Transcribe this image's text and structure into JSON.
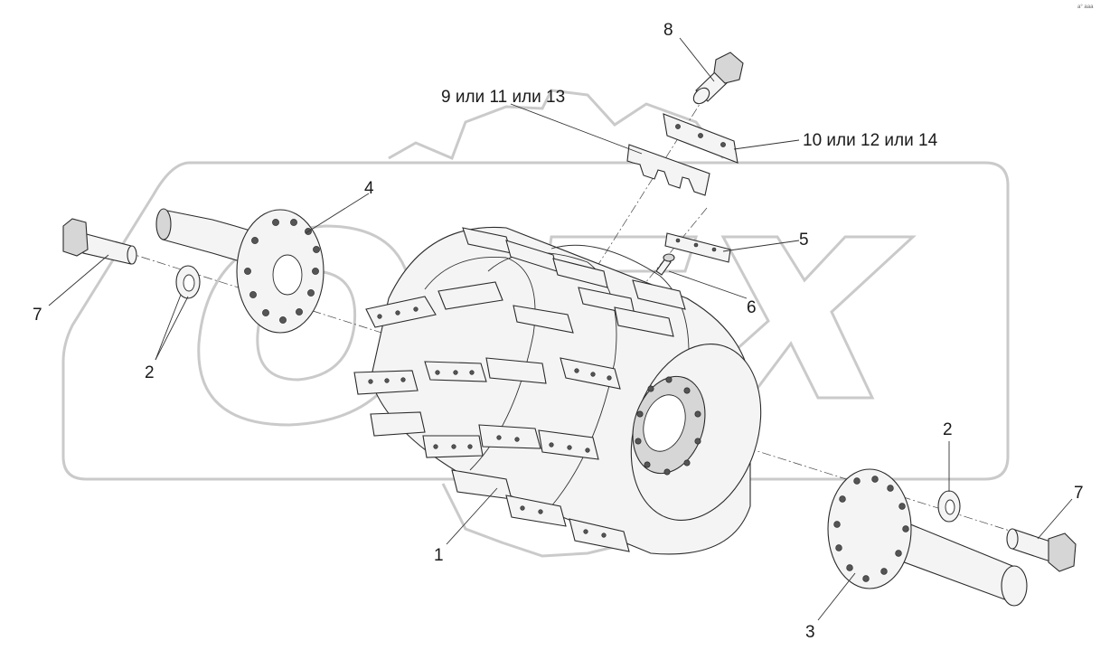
{
  "diagram": {
    "callouts": {
      "c1": "1",
      "c2a": "2",
      "c2b": "2",
      "c3": "3",
      "c4": "4",
      "c5": "5",
      "c6": "6",
      "c7a": "7",
      "c7b": "7",
      "c8": "8",
      "c9": "9 или 11 или 13",
      "c10": "10 или 12 или 14"
    },
    "watermark_text": "OPEX",
    "corner_mark": "a° aaa"
  }
}
